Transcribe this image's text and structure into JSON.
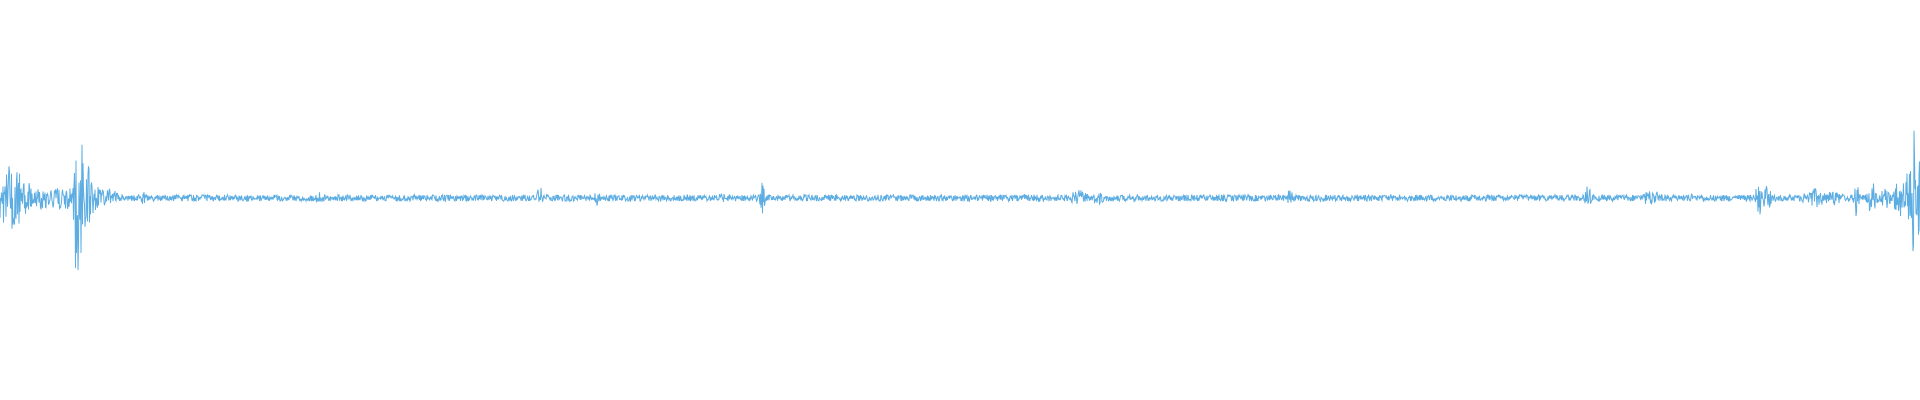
{
  "waveform": {
    "color": "#5dade2",
    "background": "#ffffff",
    "baseline_amplitude": 0.02,
    "bursts": [
      {
        "at": 0.0,
        "amp": 0.14,
        "spread": 0.004
      },
      {
        "at": 0.005,
        "amp": 0.22,
        "spread": 0.004
      },
      {
        "at": 0.009,
        "amp": 0.2,
        "spread": 0.003
      },
      {
        "at": 0.013,
        "amp": 0.12,
        "spread": 0.003
      },
      {
        "at": 0.022,
        "amp": 0.07,
        "spread": 0.004
      },
      {
        "at": 0.03,
        "amp": 0.09,
        "spread": 0.004
      },
      {
        "at": 0.035,
        "amp": 0.07,
        "spread": 0.003
      },
      {
        "at": 0.04,
        "amp": 0.74,
        "spread": 0.001
      },
      {
        "at": 0.042,
        "amp": 0.4,
        "spread": 0.002
      },
      {
        "at": 0.046,
        "amp": 0.2,
        "spread": 0.002
      },
      {
        "at": 0.05,
        "amp": 0.1,
        "spread": 0.003
      },
      {
        "at": 0.057,
        "amp": 0.06,
        "spread": 0.004
      },
      {
        "at": 0.075,
        "amp": 0.04,
        "spread": 0.002
      },
      {
        "at": 0.166,
        "amp": 0.04,
        "spread": 0.002
      },
      {
        "at": 0.281,
        "amp": 0.09,
        "spread": 0.001
      },
      {
        "at": 0.311,
        "amp": 0.06,
        "spread": 0.001
      },
      {
        "at": 0.376,
        "amp": 0.03,
        "spread": 0.002
      },
      {
        "at": 0.397,
        "amp": 0.1,
        "spread": 0.001
      },
      {
        "at": 0.54,
        "amp": 0.03,
        "spread": 0.002
      },
      {
        "at": 0.562,
        "amp": 0.05,
        "spread": 0.004
      },
      {
        "at": 0.572,
        "amp": 0.04,
        "spread": 0.003
      },
      {
        "at": 0.672,
        "amp": 0.07,
        "spread": 0.001
      },
      {
        "at": 0.827,
        "amp": 0.11,
        "spread": 0.001
      },
      {
        "at": 0.86,
        "amp": 0.05,
        "spread": 0.004
      },
      {
        "at": 0.88,
        "amp": 0.03,
        "spread": 0.002
      },
      {
        "at": 0.916,
        "amp": 0.16,
        "spread": 0.001
      },
      {
        "at": 0.92,
        "amp": 0.08,
        "spread": 0.002
      },
      {
        "at": 0.945,
        "amp": 0.06,
        "spread": 0.005
      },
      {
        "at": 0.955,
        "amp": 0.05,
        "spread": 0.004
      },
      {
        "at": 0.967,
        "amp": 0.14,
        "spread": 0.001
      },
      {
        "at": 0.975,
        "amp": 0.1,
        "spread": 0.002
      },
      {
        "at": 0.982,
        "amp": 0.08,
        "spread": 0.002
      },
      {
        "at": 0.989,
        "amp": 0.14,
        "spread": 0.002
      },
      {
        "at": 0.994,
        "amp": 0.22,
        "spread": 0.002
      },
      {
        "at": 0.997,
        "amp": 0.48,
        "spread": 0.001
      },
      {
        "at": 0.999,
        "amp": 0.26,
        "spread": 0.002
      }
    ]
  }
}
